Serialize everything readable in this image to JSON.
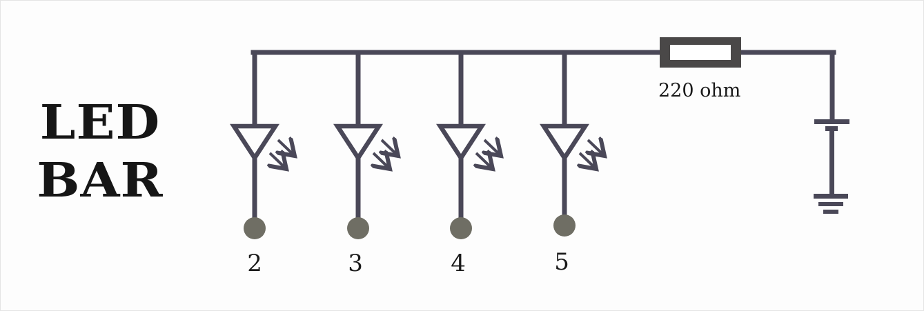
{
  "title": {
    "line1": "LED",
    "line2": "BAR"
  },
  "leds": [
    {
      "pin": "2"
    },
    {
      "pin": "3"
    },
    {
      "pin": "4"
    },
    {
      "pin": "5"
    }
  ],
  "resistor": {
    "label": "220 ohm"
  },
  "colors": {
    "wire": "#4a4858",
    "resistor": "#4a4848",
    "pad": "#6f6e64",
    "text": "#1a1a1a"
  }
}
